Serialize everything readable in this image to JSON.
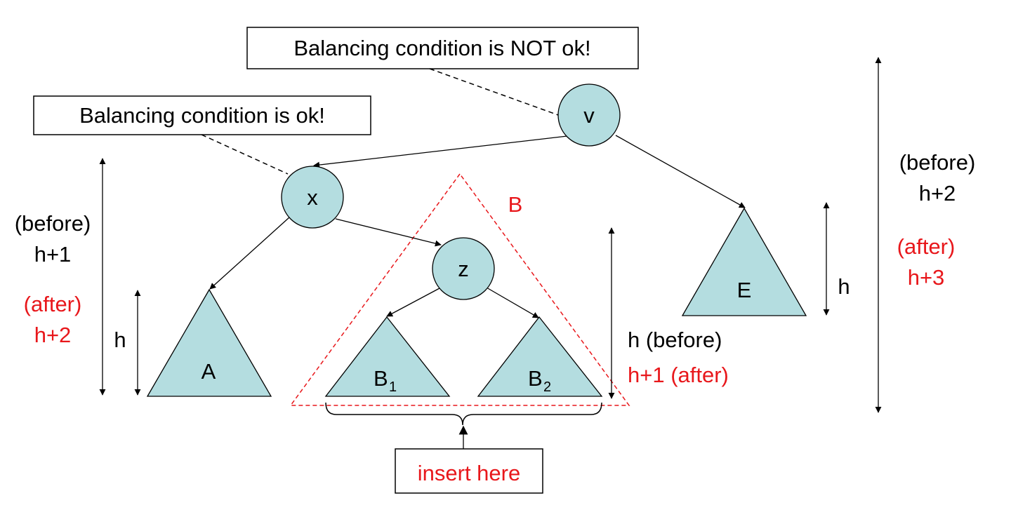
{
  "callouts": {
    "not_ok": "Balancing condition is NOT ok!",
    "ok": "Balancing condition is ok!"
  },
  "nodes": {
    "v": "v",
    "x": "x",
    "z": "z"
  },
  "subtrees": {
    "a": "A",
    "b1": "B",
    "b1_sub": "1",
    "b2": "B",
    "b2_sub": "2",
    "e": "E",
    "group_b": "B"
  },
  "heights": {
    "left_before_tag": "(before)",
    "left_before_val": "h+1",
    "left_after_tag": "(after)",
    "left_after_val": "h+2",
    "a_h": "h",
    "b_before": "h (before)",
    "b_after": "h+1 (after)",
    "e_h": "h",
    "right_before_tag": "(before)",
    "right_before_val": "h+2",
    "right_after_tag": "(after)",
    "right_after_val": "h+3"
  },
  "insert_label": "insert here",
  "colors": {
    "node_fill": "#b4dde0",
    "highlight": "#e8171b",
    "ink": "#000000"
  }
}
